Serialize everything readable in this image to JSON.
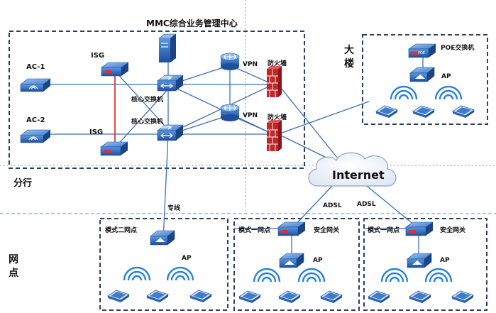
{
  "title": "MMC综合业务管理中心",
  "regions": {
    "branch": "分行",
    "building": "大楼",
    "outlets": "网点"
  },
  "labels": {
    "ac1": "AC-1",
    "ac2": "AC-2",
    "isg_top": "ISG",
    "isg_bottom": "ISG",
    "core_top": "核心交换机",
    "core_bottom": "核心交换机",
    "vpn_top": "VPN",
    "vpn_bottom": "VPN",
    "fw_top": "防火墙",
    "fw_bottom": "防火墙",
    "poe": "POE交换机",
    "ap_building": "AP",
    "internet": "Internet",
    "dedicated_line": "专线",
    "adsl_left": "ADSL",
    "adsl_right": "ADSL",
    "mode2": "模式二网点",
    "ap_mode2": "AP",
    "mode1_a": "模式一网点",
    "gw_a": "安全网关",
    "ap_mode1_a": "AP",
    "mode1_b": "模式一网点",
    "gw_b": "安全网关",
    "ap_mode1_b": "AP",
    "poe_badge": "POE"
  },
  "colors": {
    "line": "#3a6fb5",
    "isg_link": "#e02020",
    "dashed_box": "#2b3f63",
    "divider": "#9a9a9a",
    "device": "#2d66b8",
    "firewall": "#c0262a",
    "wifi": "#2a82d8",
    "cloud": "#eef2f8"
  }
}
